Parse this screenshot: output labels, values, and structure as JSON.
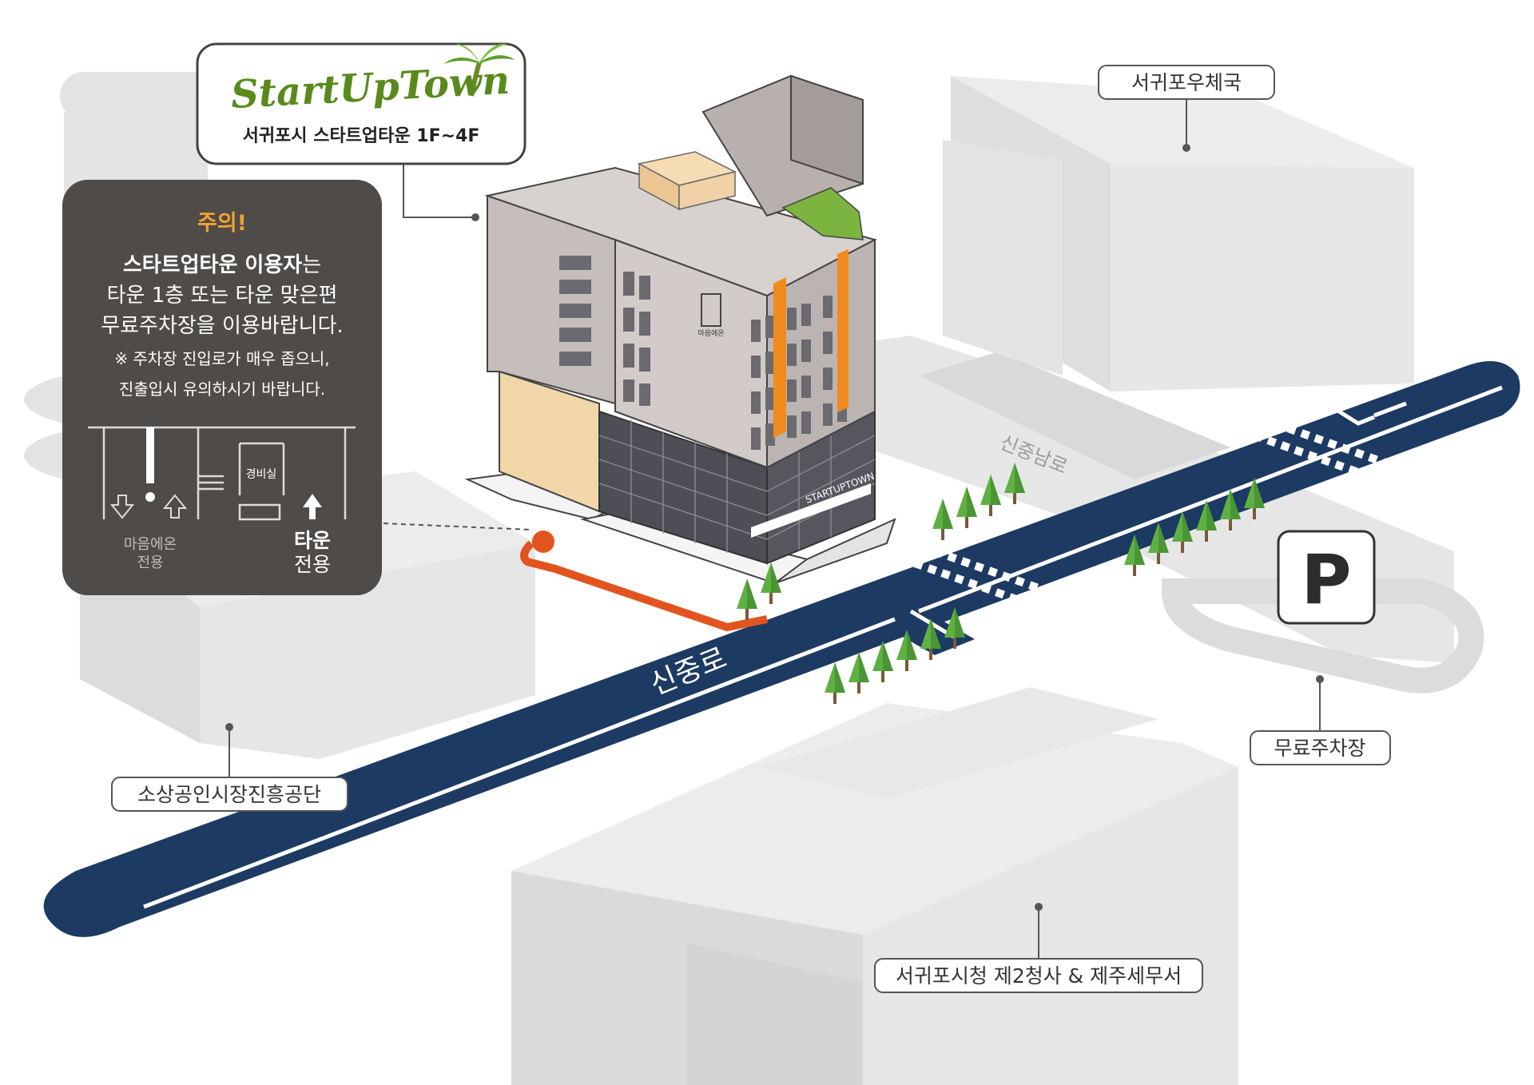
{
  "logo": {
    "wordmark": "StartUpTown",
    "subtitle": "서귀포시 스타트업타운 1F~4F"
  },
  "notice": {
    "title": "주의!",
    "line1_strong": "스타트업타운 이용자",
    "line1_rest": "는",
    "line2": "타운 1층 또는 타운 맞은편",
    "line3": "무료주차장을 이용바랍니다.",
    "note1": "※ 주차장 진입로가 매우 좁으니,",
    "note2": "진출입시 유의하시기 바랍니다.",
    "diagram": {
      "guard_room": "경비실",
      "left_label_1": "마음에온",
      "left_label_2": "전용",
      "right_label_1": "타운",
      "right_label_2": "전용"
    }
  },
  "places": {
    "post_office": "서귀포우체국",
    "free_parking": "무료주차장",
    "small_business": "소상공인시장진흥공단",
    "city_hall": "서귀포시청 제2청사 & 제주세무서"
  },
  "roads": {
    "main": "신중로",
    "side": "신중남로"
  },
  "building": {
    "sign_vertical": "마음에온",
    "facade_sign": "STARTUPTOWN"
  },
  "parking_sign": "P",
  "colors": {
    "road": "#1d3a63",
    "accent_orange": "#e2541f",
    "notice_bg": "#4f4b48",
    "notice_title": "#f2a233",
    "block_top": "#ececec",
    "block_side": "#dadada",
    "logo_green": "#5a8a1c"
  }
}
